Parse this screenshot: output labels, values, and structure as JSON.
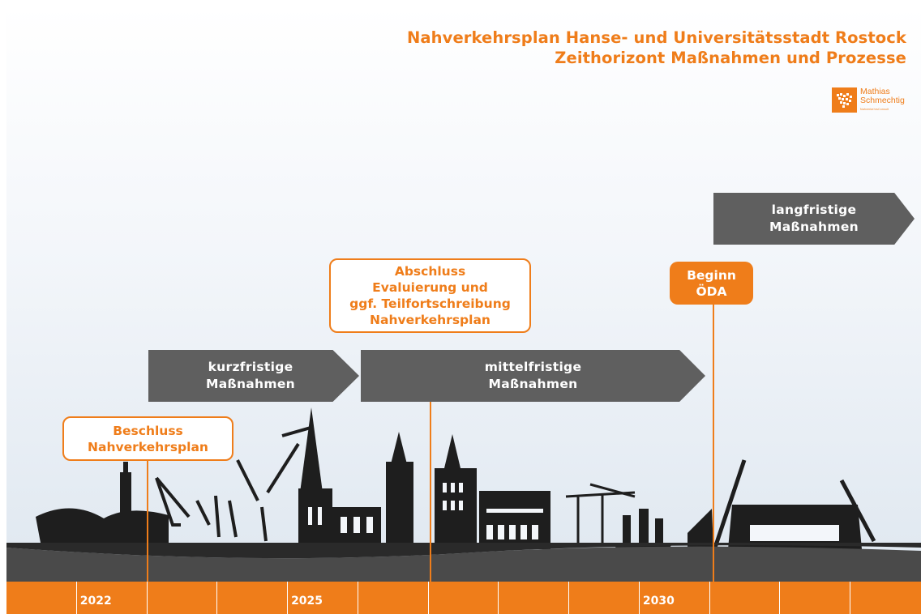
{
  "title": {
    "line1": "Nahverkehrsplan Hanse- und Universitätsstadt Rostock",
    "line2": "Zeithorizont Maßnahmen und Prozesse"
  },
  "logo": {
    "name_line1": "Mathias",
    "name_line2": "Schmechtig",
    "subtitle": "NahverkehrsConsult"
  },
  "arrows": {
    "kurzfristig": [
      "kurzfristige",
      "Maßnahmen"
    ],
    "mittelfristig": [
      "mittelfristige",
      "Maßnahmen"
    ],
    "langfristig": [
      "langfristige",
      "Maßnahmen"
    ]
  },
  "milestones": {
    "beschluss": [
      "Beschluss",
      "Nahverkehrsplan"
    ],
    "abschluss": [
      "Abschluss",
      "Evaluierung und",
      "ggf. Teilfortschreibung",
      "Nahverkehrsplan"
    ],
    "beginn": [
      "Beginn",
      "ÖDA"
    ]
  },
  "timeline": {
    "cells": [
      "",
      "2022",
      "",
      "",
      "2025",
      "",
      "",
      "",
      "",
      "2030",
      "",
      "",
      ""
    ]
  },
  "colors": {
    "accent": "#ef7d1a",
    "arrow": "#5f5f5f",
    "skyline": "#1e1e1e",
    "ground": "#4a4a4a"
  }
}
